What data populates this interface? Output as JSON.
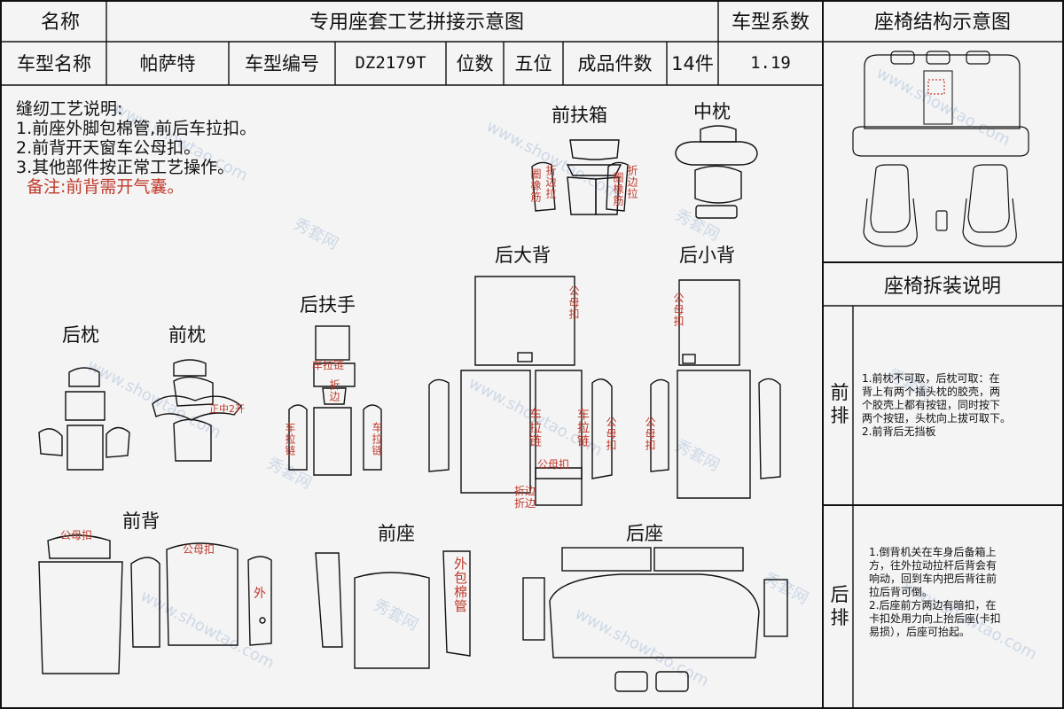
{
  "header": {
    "name_label": "名称",
    "title": "专用座套工艺拼接示意图",
    "coef_label": "车型系数",
    "structure_title": "座椅结构示意图"
  },
  "info_row": {
    "model_name_label": "车型名称",
    "model_name": "帕萨特",
    "model_no_label": "车型编号",
    "model_no": "DZ2179T",
    "seats_label": "位数",
    "seats": "五位",
    "pieces_label": "成品件数",
    "pieces": "14件",
    "coef": "1.19"
  },
  "notes": {
    "title": "缝纫工艺说明:",
    "items": [
      "1.前座外脚包棉管,前后车拉扣。",
      "2.前背开天窗车公母扣。",
      "3.其他部件按正常工艺操作。"
    ],
    "remark": "备注:前背需开气囊。"
  },
  "parts": {
    "front_armrest": "前扶箱",
    "middle_pillow": "中枕",
    "rear_big_back": "后大背",
    "rear_small_back": "后小背",
    "rear_pillow": "后枕",
    "front_pillow": "前枕",
    "rear_armrest": "后扶手",
    "front_back": "前背",
    "front_seat": "前座",
    "rear_seat": "后座"
  },
  "annotations": {
    "circle_rubber": "圈橡筋",
    "fold_edge_pull": "折边拉",
    "male_female_buckle": "公母扣",
    "zipper": "车拉链",
    "fold": "折边",
    "fold2": "折边",
    "front_pillow_open": "正中2开",
    "outer": "外",
    "outer_cotton_tube": "外包棉管",
    "armrest_zipper": "车拉链",
    "armrest_fold": "折边",
    "front_back_buckle": "公母扣",
    "front_back_buckle2": "公母扣"
  },
  "disassembly": {
    "title": "座椅拆装说明",
    "front_row_label": "前排",
    "front_row_text": [
      "1.前枕不可取，后枕可取：在",
      "背上有两个插头枕的胶壳，两",
      "个胶壳上都有按钮，同时按下",
      "两个按钮，头枕向上拔可取下。",
      "2.前背后无挡板"
    ],
    "rear_row_label": "后排",
    "rear_row_text": [
      "1.倒背机关在车身后备箱上",
      "方，往外拉动拉杆后背会有",
      "响动，回到车内把后背往前",
      "拉后背可倒。",
      "2.后座前方两边有暗扣，在",
      "卡扣处用力向上抬后座(卡扣",
      "易损），后座可抬起。"
    ]
  },
  "watermark": {
    "site": "www.showtao.com",
    "brand": "秀套网"
  },
  "colors": {
    "annotation_red": "#c0392b",
    "line": "#111111",
    "background": "#f4f4f4"
  }
}
